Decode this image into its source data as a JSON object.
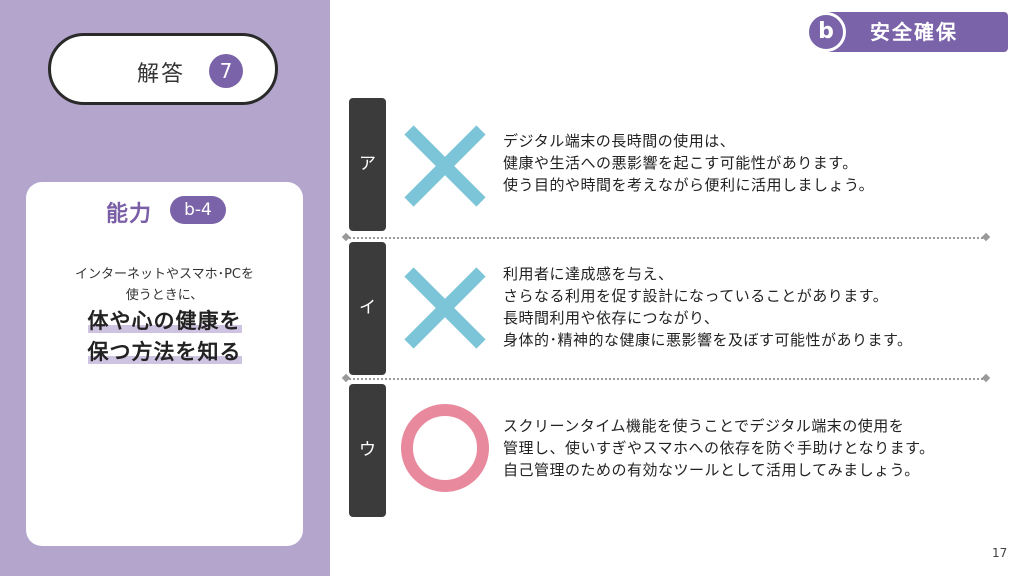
{
  "answer": {
    "label": "解答",
    "number": "7"
  },
  "category": {
    "letter": "b",
    "label": "安全確保"
  },
  "ability": {
    "title": "能力",
    "code": "b-4",
    "desc_line1": "インターネットやスマホ･PCを",
    "desc_line2": "使うときに、",
    "goal_line1": "体や心の健康を",
    "goal_line2": "保つ方法を知る"
  },
  "items": [
    {
      "label": "ア",
      "mark": "cross",
      "line1": "デジタル端末の長時間の使用は、",
      "line2": "健康や生活への悪影響を起こす可能性があります。",
      "line3": "使う目的や時間を考えながら便利に活用しましょう。"
    },
    {
      "label": "イ",
      "mark": "cross",
      "line1": "利用者に達成感を与え、",
      "line2": "さらなる利用を促す設計になっていることがあります。",
      "line3": "長時間利用や依存につながり、",
      "line4": "身体的･精神的な健康に悪影響を及ぼす可能性があります。"
    },
    {
      "label": "ウ",
      "mark": "circle",
      "line1": "スクリーンタイム機能を使うことでデジタル端末の使用を",
      "line2": "管理し、使いすぎやスマホへの依存を防ぐ手助けとなります。",
      "line3": "自己管理のための有効なツールとして活用してみましょう。"
    }
  ],
  "colors": {
    "purple": "#7a63a8",
    "panel": "#b4a5cc",
    "cross": "#7cc4d8",
    "circle": "#e8899e"
  },
  "page_number": "17"
}
